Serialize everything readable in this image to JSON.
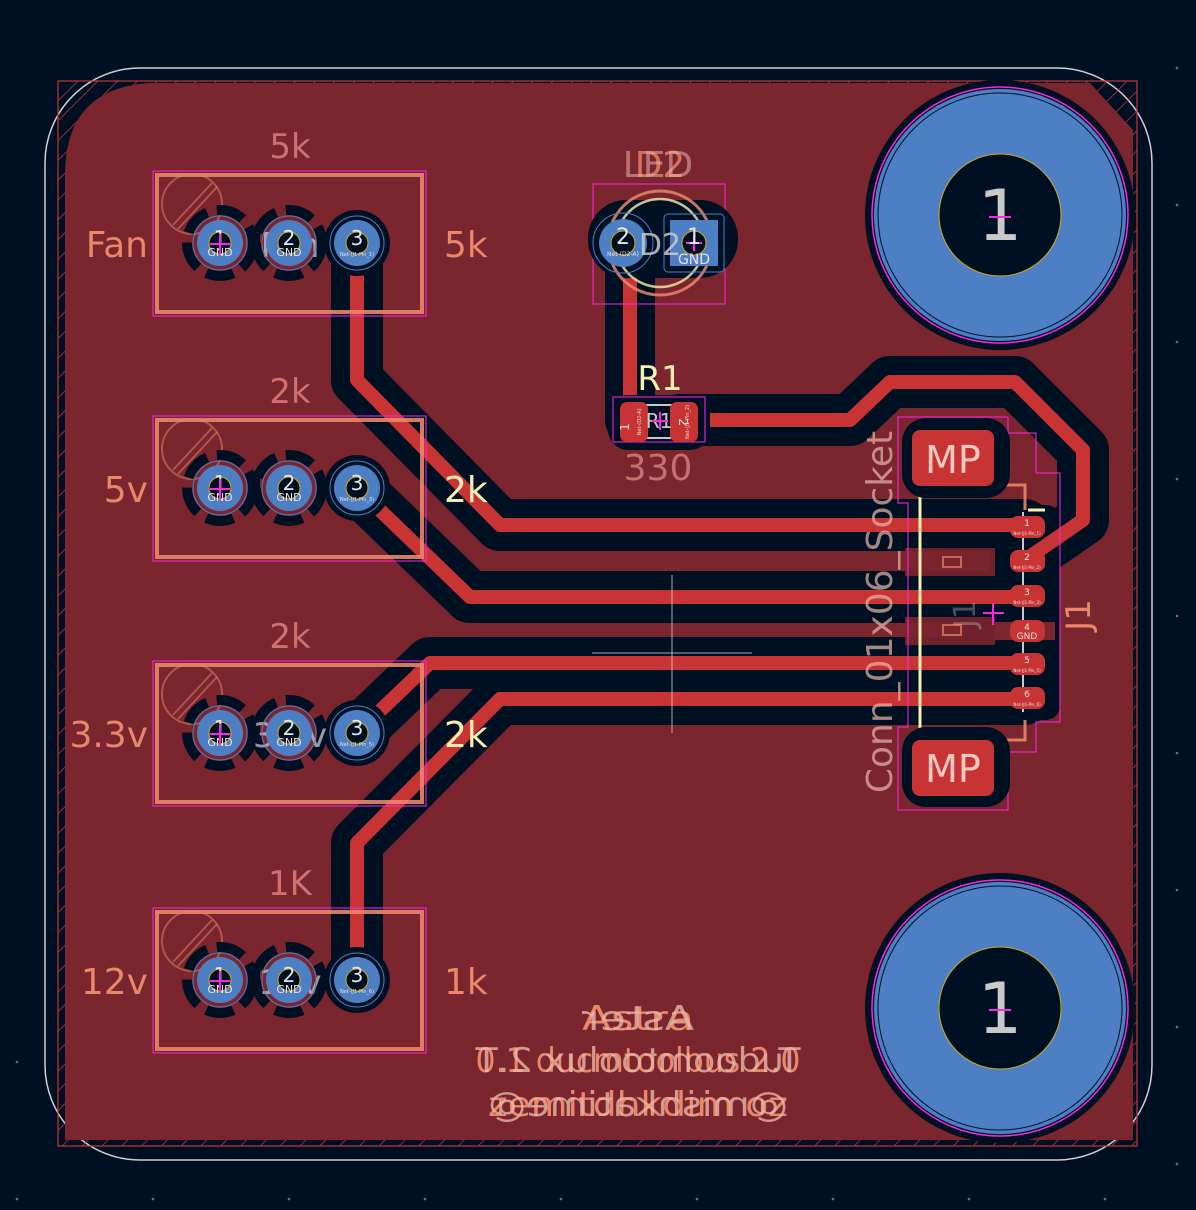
{
  "app": {
    "view": "KiCad PCB Editor - board canvas"
  },
  "colors": {
    "background": "#001023",
    "copper_front": "#c83434",
    "copper_fill": "#7b252e",
    "copper_back": "#4d7fc4",
    "clearance": "#001023",
    "silk_front": "#e8876a",
    "silk_back": "#e8b8a8",
    "courtyard": "#ff26e2",
    "fab": "#c9c9c9",
    "edge_cuts": "#d0d0d0",
    "courtyard_back": "#f4efb0"
  },
  "connectors": [
    {
      "ref_value": "5k",
      "side_label": "Fan",
      "right_value": "5k",
      "fab_label": "Fan",
      "pins": [
        "1",
        "2",
        "3"
      ],
      "pin_nets": [
        "GND",
        "GND",
        "Net-(J1-Pin_1)"
      ]
    },
    {
      "ref_value": "2k",
      "side_label": "5v",
      "right_value": "2k",
      "fab_label": "5v",
      "pins": [
        "1",
        "2",
        "3"
      ],
      "pin_nets": [
        "GND",
        "GND",
        "Net-(J1-Pin_3)"
      ]
    },
    {
      "ref_value": "2k",
      "side_label": "3.3v",
      "right_value": "2k",
      "fab_label": "3.3v",
      "pins": [
        "1",
        "2",
        "3"
      ],
      "pin_nets": [
        "GND",
        "GND",
        "Net-(J1-Pin_5)"
      ]
    },
    {
      "ref_value": "1K",
      "side_label": "12v",
      "right_value": "1k",
      "fab_label": "12v",
      "pins": [
        "1",
        "2",
        "3"
      ],
      "pin_nets": [
        "GND",
        "GND",
        "Net-(J1-Pin_6)"
      ]
    }
  ],
  "led": {
    "ref": "D2",
    "value": "LED",
    "pins": [
      "2",
      "1"
    ],
    "pin_nets": [
      "Net-(D2-A)",
      "GND"
    ]
  },
  "resistor": {
    "ref": "R1",
    "value": "330",
    "pins": [
      "1",
      "2"
    ],
    "pin_nets": [
      "Net-(D2-A)",
      "Net-(J1-Pin_2)"
    ]
  },
  "socket": {
    "ref": "J1",
    "value": "Conn_01x06_Socket",
    "mount_label": "MP",
    "pins": [
      "1",
      "2",
      "3",
      "4",
      "5",
      "6"
    ],
    "pin_nets": [
      "Net-(J1-Pin_1)",
      "Net-(J1-Pin_2)",
      "Net-(J1-Pin_3)",
      "GND",
      "Net-(J1-Pin_5)",
      "Net-(J1-Pin_6)"
    ]
  },
  "mounting_holes": [
    {
      "pad": "1"
    },
    {
      "pad": "1"
    }
  ],
  "board_text": {
    "front": [
      "Astra",
      "0.1 ducmtoolbus 2.0",
      "zemitdhkdim oz"
    ],
    "back_mirrored": [
      "Aster",
      "Tudoomtoolux 2.T",
      "@mishkatime@"
    ]
  }
}
